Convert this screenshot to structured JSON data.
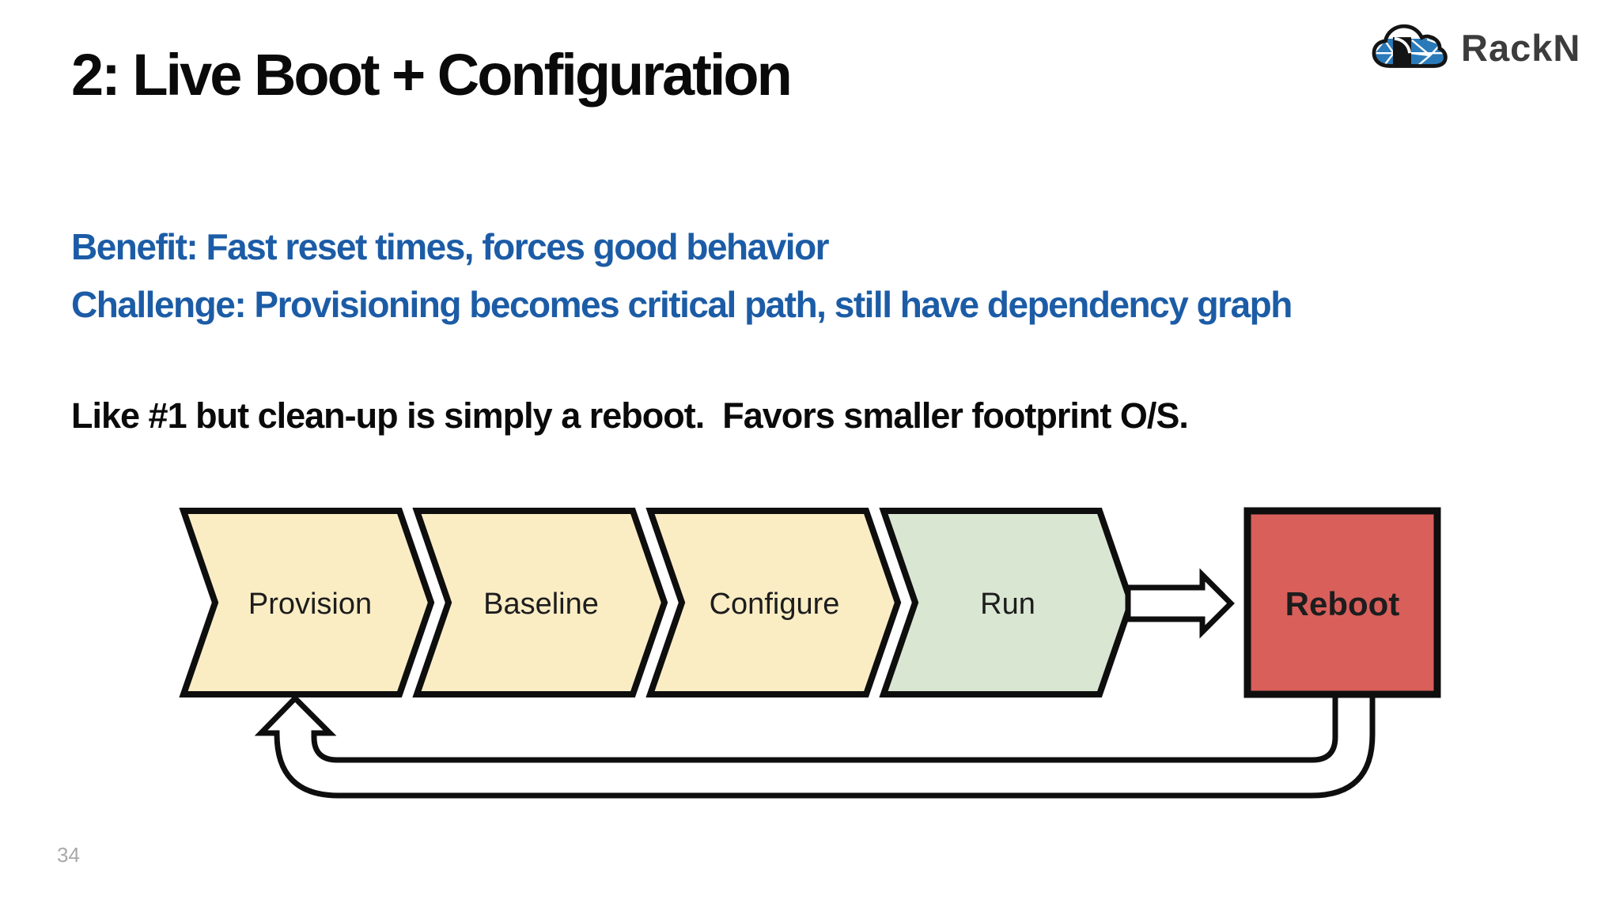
{
  "slide": {
    "title": "2: Live Boot + Configuration",
    "page_number": "34"
  },
  "logo": {
    "brand": "RackN",
    "icon": "rackn-cloud-logo",
    "cloud_blue": "#2a7ab9",
    "outline": "#141414",
    "text_color": "#3c3c3c"
  },
  "highlights": {
    "benefit": "Benefit: Fast reset times, forces good behavior",
    "challenge": "Challenge: Provisioning becomes critical path, still have dependency graph",
    "color": "#1c5ca6"
  },
  "note": "Like #1 but clean-up is simply a reboot.  Favors smaller footprint O/S.",
  "flow": {
    "steps": [
      {
        "label": "Provision",
        "fill": "#faedc4"
      },
      {
        "label": "Baseline",
        "fill": "#faedc4"
      },
      {
        "label": "Configure",
        "fill": "#faedc4"
      },
      {
        "label": "Run",
        "fill": "#d9e6d2"
      }
    ],
    "terminal": {
      "label": "Reboot",
      "fill": "#d95f5b",
      "text_color": "#ffffff"
    },
    "loop": "Reboot returns to Provision",
    "outline_color": "#0e0e0e"
  }
}
